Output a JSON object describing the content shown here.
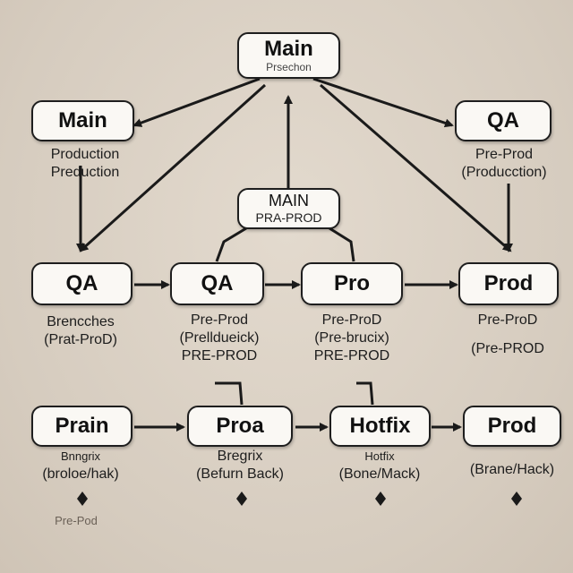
{
  "nodes": {
    "main_top": {
      "title": "Main",
      "sub": "Prsechon"
    },
    "main_left": {
      "title": "Main"
    },
    "qa_right": {
      "title": "QA"
    },
    "main_pre": {
      "title": "MAIN",
      "sub": "PRA-PROD"
    },
    "qa_left": {
      "title": "QA"
    },
    "qa_mid": {
      "title": "QA"
    },
    "pro_mid": {
      "title": "Pro"
    },
    "prod_right": {
      "title": "Prod"
    },
    "prain": {
      "title": "Prain"
    },
    "proa": {
      "title": "Proa"
    },
    "hotfix": {
      "title": "Hotfix"
    },
    "prod_bottom": {
      "title": "Prod"
    }
  },
  "captions": {
    "main_left": [
      "Production",
      "Preduction"
    ],
    "qa_right": [
      "Pre-Prod",
      "(Producction)"
    ],
    "qa_left": [
      "Brencches",
      "(Prat-ProD)"
    ],
    "qa_mid": [
      "Pre-Prod",
      "(Prelldueick)",
      "PRE-PROD"
    ],
    "pro_mid": [
      "Pre-ProD",
      "(Pre-brucix)",
      "PRE-PROD"
    ],
    "prod_right": [
      "Pre-ProD",
      "(Pre-PROD"
    ],
    "prain": [
      "Bnngrix",
      "(broloe/hak)"
    ],
    "proa": [
      "Bregrix",
      "(Befurn Back)"
    ],
    "hotfix": [
      "Hotfix",
      "(Bone/Mack)"
    ],
    "prod_bottom": [
      "(Brane/Hack)"
    ],
    "footer": "Pre-Pod"
  }
}
